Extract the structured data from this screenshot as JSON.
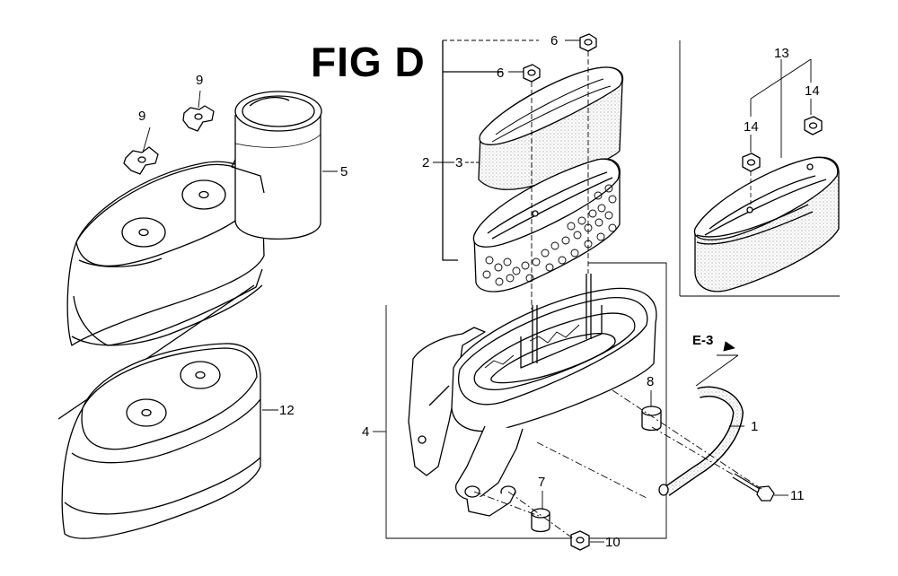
{
  "figure": {
    "title": "FIG D"
  },
  "callouts": {
    "c1": "1",
    "c2": "2",
    "c3": "3",
    "c4": "4",
    "c5": "5",
    "c6a": "6",
    "c6b": "6",
    "c7": "7",
    "c8": "8",
    "c9a": "9",
    "c9b": "9",
    "c10": "10",
    "c11": "11",
    "c12": "12",
    "c13": "13",
    "c14a": "14",
    "c14b": "14"
  },
  "reference": {
    "label": "E-3"
  },
  "colors": {
    "line": "#000000",
    "paper": "#ffffff",
    "stipple": "#e6e6e6"
  }
}
